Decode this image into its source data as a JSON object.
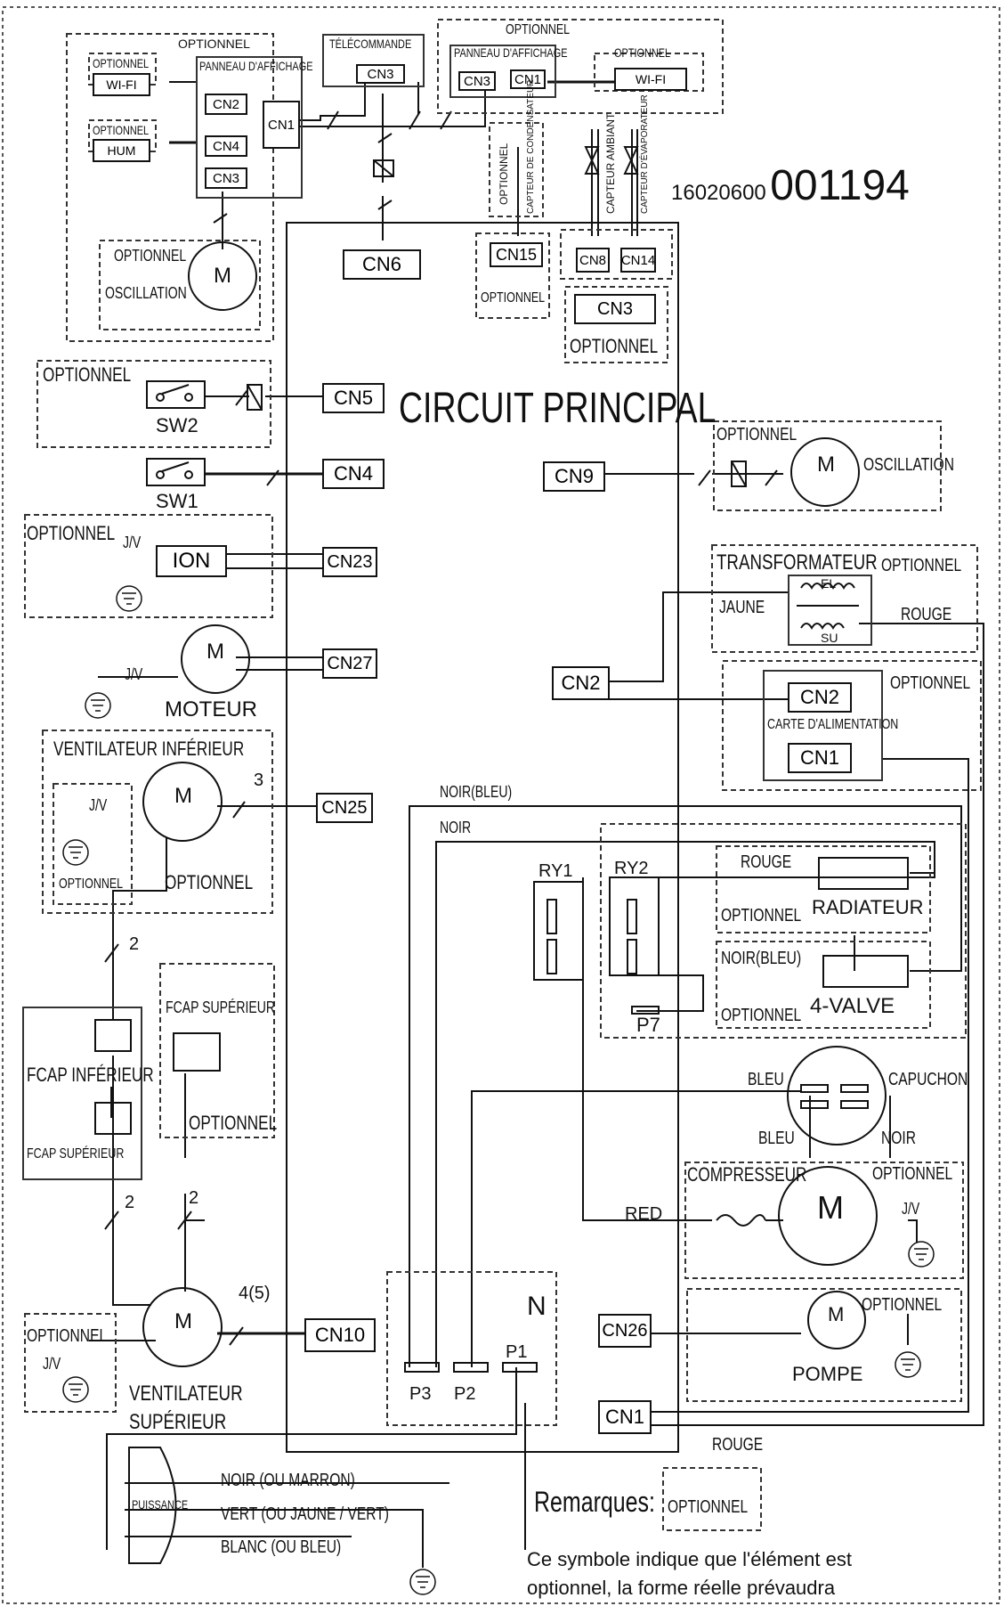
{
  "diagram_code": {
    "prefix": "16020600",
    "number": "001194"
  },
  "main_board": "CIRCUIT PRINCIPAL",
  "connectors": {
    "cn1": "CN1",
    "cn2": "CN2",
    "cn3": "CN3",
    "cn4": "CN4",
    "cn5": "CN5",
    "cn6": "CN6",
    "cn8": "CN8",
    "cn9": "CN9",
    "cn10": "CN10",
    "cn14": "CN14",
    "cn15": "CN15",
    "cn23": "CN23",
    "cn25": "CN25",
    "cn26": "CN26",
    "cn27": "CN27"
  },
  "labels": {
    "optionnel": "OPTIONNEL",
    "telecommande": "TÉLÉCOMMANDE",
    "panneau": "PANNEAU D'AFFICHAGE",
    "wifi": "WI-FI",
    "hum": "HUM",
    "oscillation": "OSCILLATION",
    "motor_symbol": "M",
    "sw1": "SW1",
    "sw2": "SW2",
    "ion": "ION",
    "jv": "J/V",
    "moteur": "MOTEUR",
    "ventilateur_inferieur": "VENTILATEUR INFÉRIEUR",
    "ventilateur_superieur_1": "VENTILATEUR",
    "ventilateur_superieur_2": "SUPÉRIEUR",
    "fcap_inferieur": "FCAP INFÉRIEUR",
    "fcap_superieur": "FCAP SUPÉRIEUR",
    "n3": "3",
    "n2": "2",
    "n45": "4(5)",
    "transformateur": "TRANSFORMATEUR",
    "jaune": "JAUNE",
    "rouge": "ROUGE",
    "carte_alim": "CARTE D'ALIMENTATION",
    "noir_bleu": "NOIR(BLEU)",
    "noir": "NOIR",
    "ry1": "RY1",
    "ry2": "RY2",
    "p1": "P1",
    "p2": "P2",
    "p3": "P3",
    "p7": "P7",
    "n": "N",
    "radiateur": "RADIATEUR",
    "valve": "4-VALVE",
    "bleu": "BLEU",
    "capuchon": "CAPUCHON",
    "compresseur": "COMPRESSEUR",
    "red": "RED",
    "pompe": "POMPE",
    "puissance": "PUISSANCE",
    "wire_noir": "NOIR (OU MARRON)",
    "wire_vert": "VERT (OU JAUNE / VERT)",
    "wire_blanc": "BLANC (OU BLEU)",
    "capteur_cond": "CAPTEUR DE CONDENSATEUR",
    "capteur_amb": "CAPTEUR AMBIANT",
    "capteur_evap": "CAPTEUR D'ÉVAPORATEUR",
    "el": "EL",
    "su": "SU"
  },
  "notes": {
    "remarques": "Remarques:",
    "line1": "Ce symbole indique que l'élément est",
    "line2": "optionnel, la forme réelle prévaudra"
  }
}
